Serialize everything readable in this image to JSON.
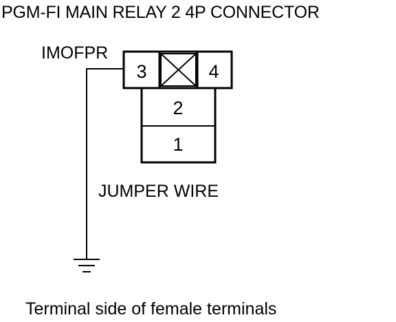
{
  "title": "PGM-FI MAIN RELAY 2 4P CONNECTOR",
  "wire_label": "IMOFPR",
  "jumper_label": "JUMPER WIRE",
  "caption": "Terminal side of female terminals",
  "connector": {
    "terminals": [
      "3",
      "4",
      "2",
      "1"
    ],
    "blank_cavity": "x-mark-icon"
  },
  "ground_symbol": "ground-icon",
  "colors": {
    "line": "#000000",
    "background": "#ffffff"
  }
}
